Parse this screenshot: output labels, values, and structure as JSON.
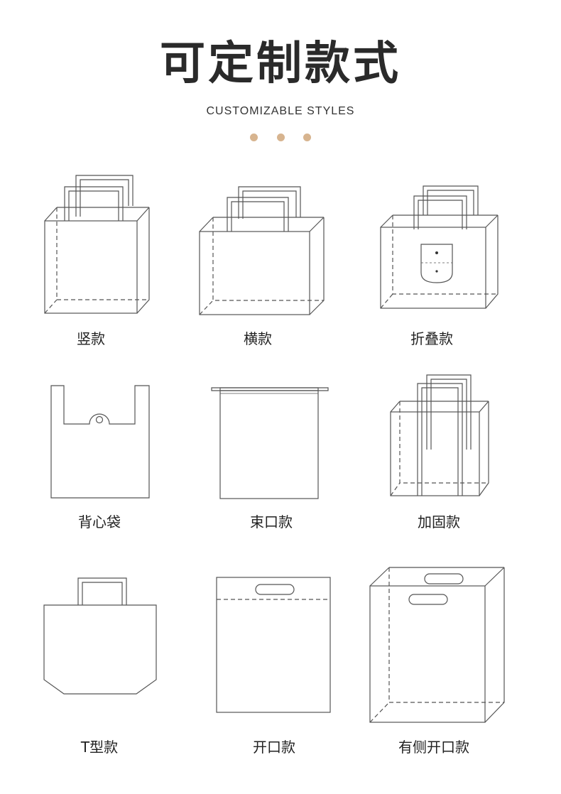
{
  "header": {
    "title": "可定制款式",
    "subtitle": "CUSTOMIZABLE STYLES",
    "accent_color": "#d7b48f"
  },
  "styles": [
    {
      "label": "竖款"
    },
    {
      "label": "横款"
    },
    {
      "label": "折叠款"
    },
    {
      "label": "背心袋"
    },
    {
      "label": "束口款"
    },
    {
      "label": "加固款"
    },
    {
      "label": "T型款"
    },
    {
      "label": "开口款"
    },
    {
      "label": "有侧开口款"
    }
  ]
}
